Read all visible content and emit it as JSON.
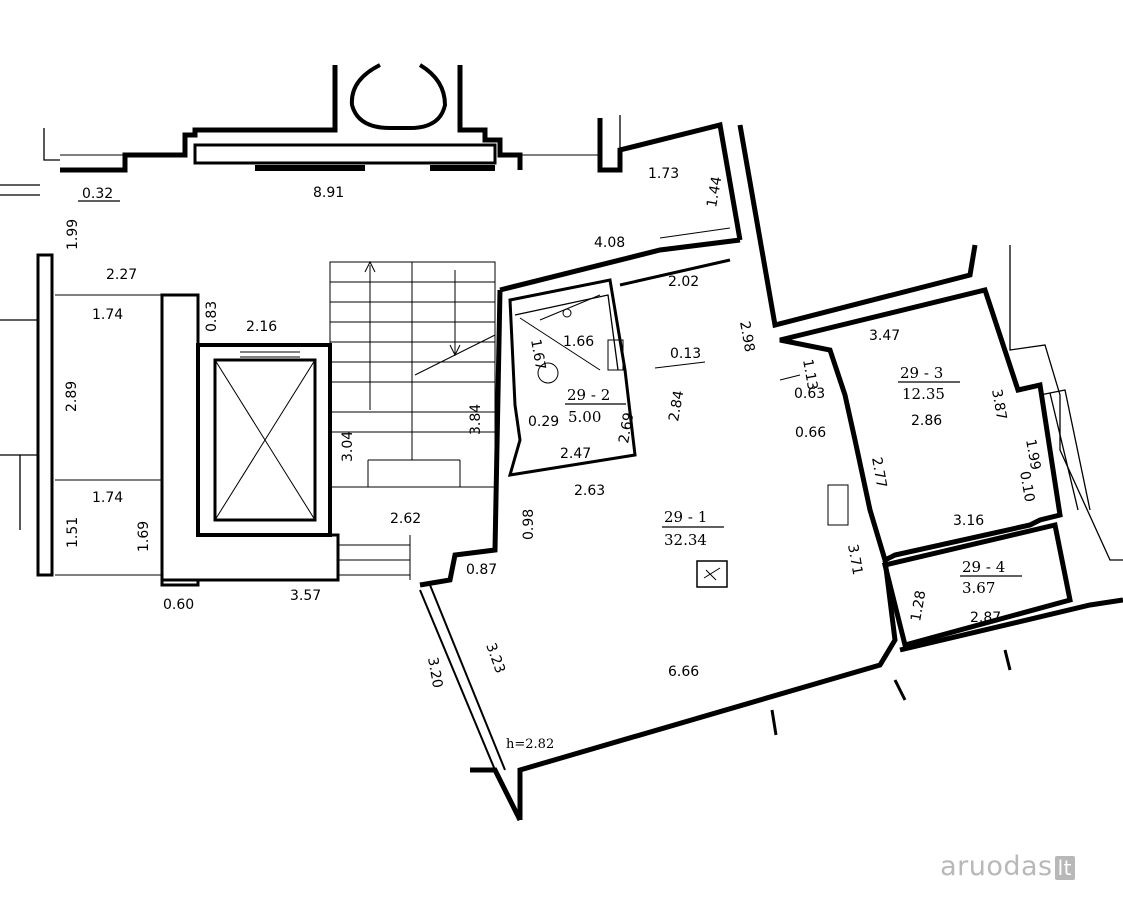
{
  "rooms": {
    "r1": {
      "id": "29 - 1",
      "area": "32.34"
    },
    "r2": {
      "id": "29 - 2",
      "area": "5.00"
    },
    "r3": {
      "id": "29 - 3",
      "area": "12.35"
    },
    "r4": {
      "id": "29 - 4",
      "area": "3.67"
    }
  },
  "dims": {
    "d_0_32": "0.32",
    "d_8_91": "8.91",
    "d_1_73": "1.73",
    "d_1_44": "1.44",
    "d_1_99a": "1.99",
    "d_4_08": "4.08",
    "d_2_27": "2.27",
    "d_1_74a": "1.74",
    "d_0_83": "0.83",
    "d_2_16": "2.16",
    "d_2_02": "2.02",
    "d_1_67": "1.67",
    "d_1_66": "1.66",
    "d_2_98": "2.98",
    "d_3_47": "3.47",
    "d_0_13": "0.13",
    "d_2_89": "2.89",
    "d_3_04": "3.04",
    "d_3_84": "3.84",
    "d_1_13": "1.13",
    "d_0_63": "0.63",
    "d_2_86": "2.86",
    "d_3_87": "3.87",
    "d_2_84": "2.84",
    "d_0_29": "0.29",
    "d_2_69": "2.69",
    "d_0_66": "0.66",
    "d_2_47": "2.47",
    "d_2_77": "2.77",
    "d_1_99b": "1.99",
    "d_0_10": "0.10",
    "d_1_74b": "1.74",
    "d_2_63": "2.63",
    "d_3_16": "3.16",
    "d_0_98": "0.98",
    "d_2_62": "2.62",
    "d_1_51": "1.51",
    "d_1_69": "1.69",
    "d_0_87": "0.87",
    "d_3_71": "3.71",
    "d_0_60": "0.60",
    "d_3_57": "3.57",
    "d_1_28": "1.28",
    "d_2_87": "2.87",
    "d_3_20": "3.20",
    "d_3_23": "3.23",
    "d_6_66": "6.66",
    "d_h": "h=2.82"
  },
  "watermark": {
    "brand": "aruodas",
    "tld": "lt"
  }
}
